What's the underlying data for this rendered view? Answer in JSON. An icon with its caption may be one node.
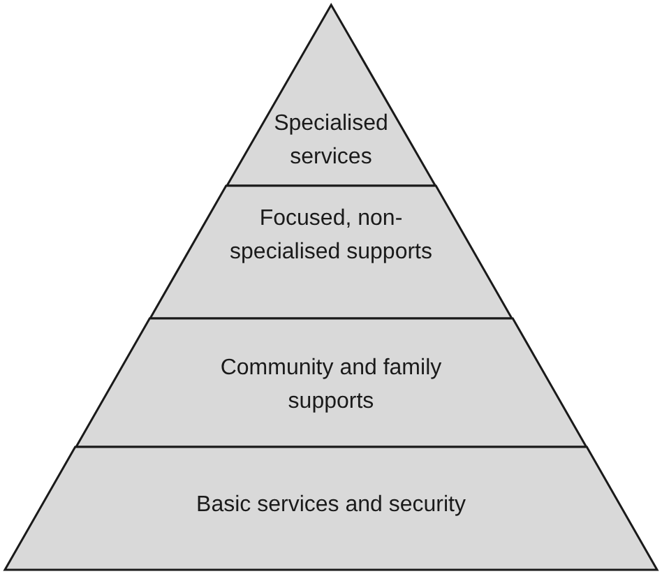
{
  "diagram": {
    "nodes": [
      {
        "text": [
          "Specialised services"
        ]
      },
      {
        "text": [
          "Focused, non-specialised supports"
        ]
      },
      {
        "text": [
          "Community and family supports"
        ]
      },
      {
        "text": [
          "Basic services and security"
        ]
      }
    ]
  }
}
